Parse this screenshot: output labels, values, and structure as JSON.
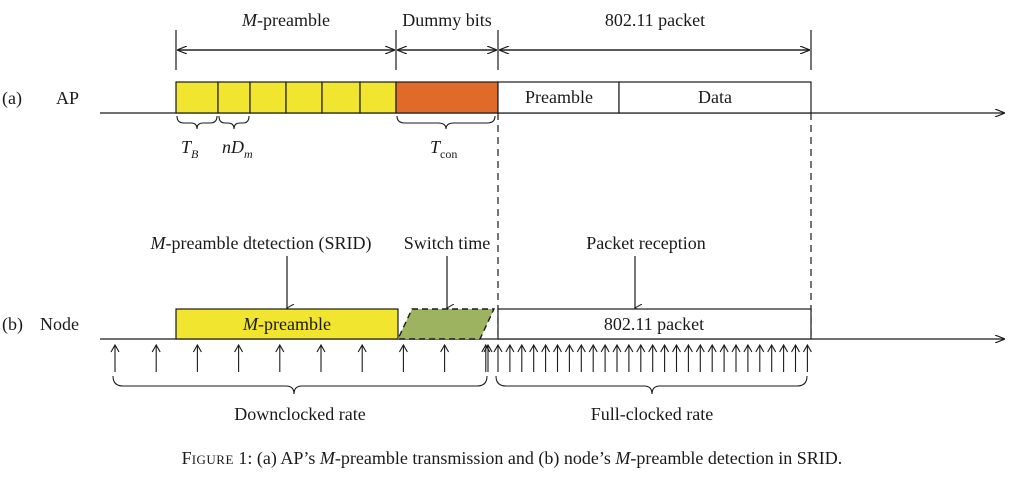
{
  "colors": {
    "yellow": "#f2e52f",
    "orange": "#e06a2a",
    "green": "#9db35f",
    "line": "#1a1a1a"
  },
  "top": {
    "row_label": "(a)",
    "actor": "AP",
    "m_preamble_label": {
      "italic": "M",
      "rest": "-preamble"
    },
    "dummy_bits_label": "Dummy bits",
    "packet_label": "802.11 packet",
    "preamble_box": "Preamble",
    "data_box": "Data",
    "tb_label": {
      "main": "T",
      "sub": "B"
    },
    "ndm_label": {
      "main": "nD",
      "sub": "m"
    },
    "tcon_label": {
      "main": "T",
      "sub": "con"
    }
  },
  "bottom": {
    "row_label": "(b)",
    "actor": "Node",
    "detection_label": {
      "italic": "M",
      "rest": "-preamble dtetection (SRID)"
    },
    "switch_label": "Switch time",
    "reception_label": "Packet reception",
    "m_preamble_box": {
      "italic": "M",
      "rest": "-preamble"
    },
    "packet_box": "802.11 packet",
    "downclocked_label": "Downclocked rate",
    "fullclocked_label": "Full-clocked rate"
  },
  "caption": {
    "prefix_first": "F",
    "prefix_rest": "IGURE",
    "num": " 1: (a) AP’s ",
    "m1": "M",
    "mid": "-preamble transmission and (b) node’s ",
    "m2": "M",
    "end": "-preamble detection in SRID."
  }
}
